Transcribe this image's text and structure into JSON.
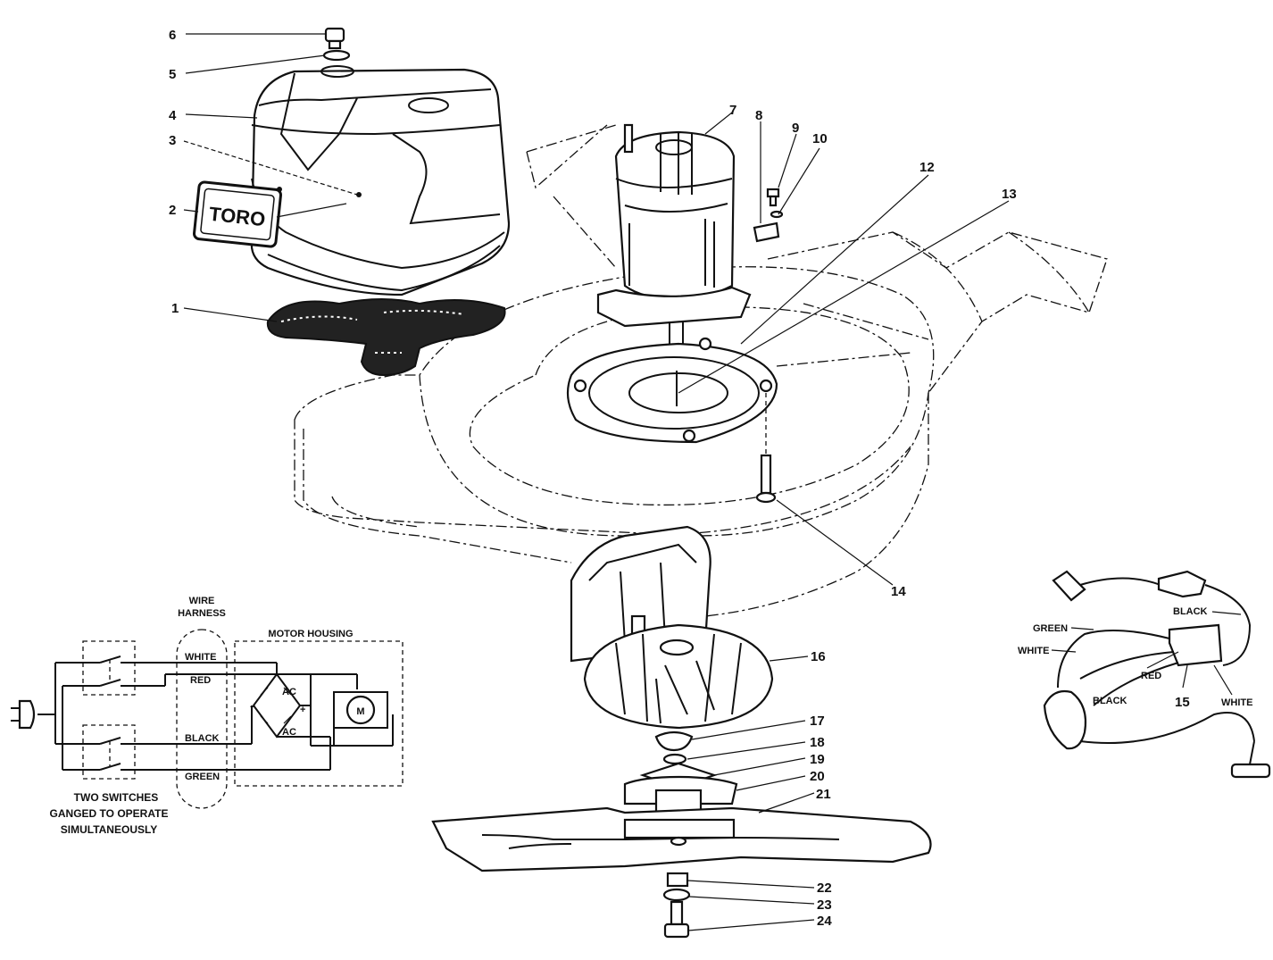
{
  "parts": {
    "callouts": [
      "1",
      "2",
      "3",
      "4",
      "5",
      "6",
      "7",
      "8",
      "9",
      "10",
      "12",
      "13",
      "14",
      "15",
      "16",
      "17",
      "18",
      "19",
      "20",
      "21",
      "22",
      "23",
      "24"
    ]
  },
  "cover": {
    "logo": "TORO"
  },
  "schematic": {
    "harness_title_line1": "WIRE",
    "harness_title_line2": "HARNESS",
    "motor_housing_title": "MOTOR HOUSING",
    "wire_white": "WHITE",
    "wire_red": "RED",
    "wire_black": "BLACK",
    "wire_green": "GREEN",
    "bridge_ac_top": "AC",
    "bridge_ac_bottom": "AC",
    "bridge_minus": "−",
    "bridge_plus": "+",
    "motor_symbol": "M",
    "caption_line1": "TWO SWITCHES",
    "caption_line2": "GANGED TO OPERATE",
    "caption_line3": "SIMULTANEOUSLY"
  },
  "harness_detail": {
    "green": "GREEN",
    "white": "WHITE",
    "black_top": "BLACK",
    "red": "RED",
    "black_bottom": "BLACK",
    "white_right": "WHITE"
  }
}
